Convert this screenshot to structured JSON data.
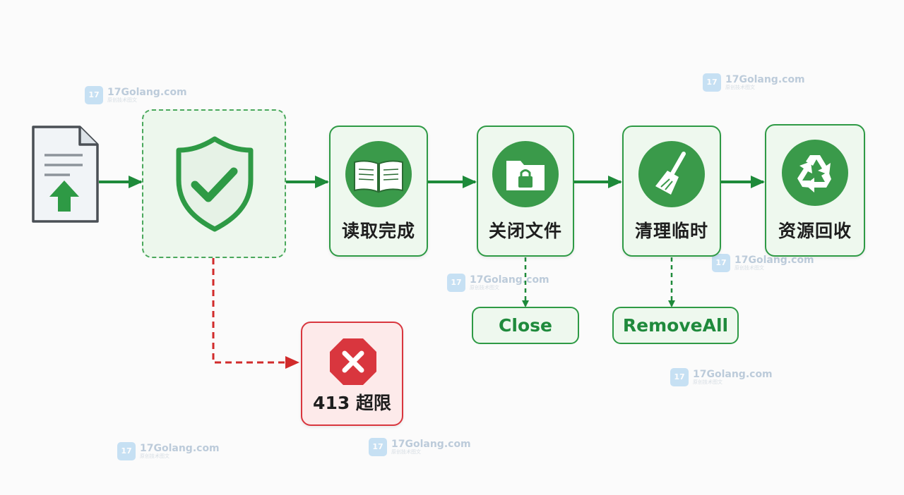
{
  "steps": {
    "upload": {
      "icon": "file-upload-icon"
    },
    "validate": {
      "icon": "shield-check-icon"
    },
    "read": {
      "label": "读取完成",
      "icon": "open-book-icon"
    },
    "close_file": {
      "label": "关闭文件",
      "icon": "locked-folder-icon"
    },
    "cleanup": {
      "label": "清理临时",
      "icon": "broom-icon"
    },
    "recycle": {
      "label": "资源回收",
      "icon": "recycle-icon"
    }
  },
  "calls": {
    "close": "Close",
    "remove_all": "RemoveAll"
  },
  "error": {
    "label": "413 超限",
    "icon": "error-x-icon"
  },
  "watermark": {
    "title": "17Golang.com",
    "subtitle": "原创技术图文"
  },
  "colors": {
    "accent": "#2e9a45",
    "icon_fill": "#3a9a4a",
    "error": "#d9363e",
    "arrow": "#1e8a3a"
  }
}
